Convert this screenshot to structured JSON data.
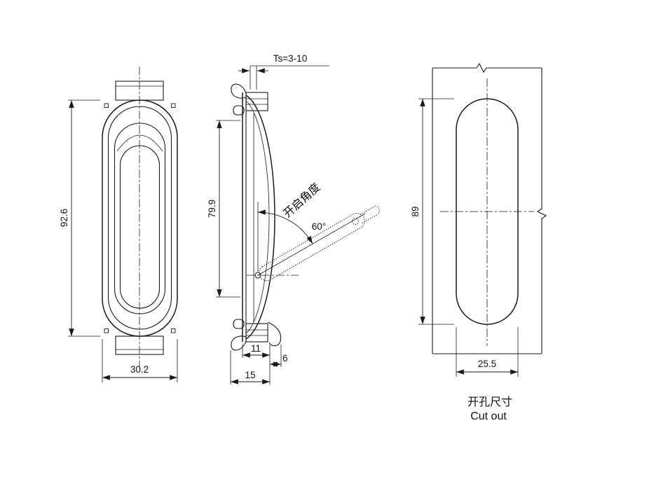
{
  "drawing": {
    "front": {
      "height": "92.6",
      "width": "30.2"
    },
    "side": {
      "thickness": "Ts=3-10",
      "height": "79.9",
      "angle": "60°",
      "angle_label": "开启角度",
      "dim_depth_body": "11",
      "dim_protrusion": "6",
      "dim_depth_total": "15"
    },
    "cutout": {
      "height": "89",
      "width": "25.5",
      "label_cn": "开孔尺寸",
      "label_en": "Cut out"
    }
  }
}
